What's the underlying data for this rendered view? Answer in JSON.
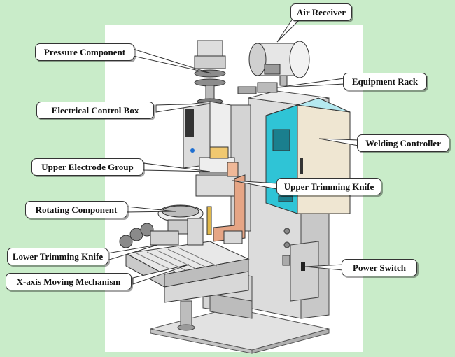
{
  "colors": {
    "background": "#c9ecc9",
    "panel": "#ffffff",
    "machine_gray": "#dcdcdc",
    "controller_cyan": "#2fc4d6",
    "controller_beige": "#efe6d2",
    "electrode_copper": "#e6a585",
    "outline": "#333333"
  },
  "labels": {
    "air_receiver": "Air Receiver",
    "pressure_component": "Pressure Component",
    "equipment_rack": "Equipment Rack",
    "electrical_control_box": "Electrical Control Box",
    "welding_controller": "Welding Controller",
    "upper_electrode_group": "Upper Electrode Group",
    "upper_trimming_knife": "Upper Trimming Knife",
    "rotating_component": "Rotating Component",
    "lower_trimming_knife": "Lower Trimming Knife",
    "power_switch": "Power Switch",
    "x_axis_moving_mechanism": "X-axis Moving Mechanism"
  }
}
